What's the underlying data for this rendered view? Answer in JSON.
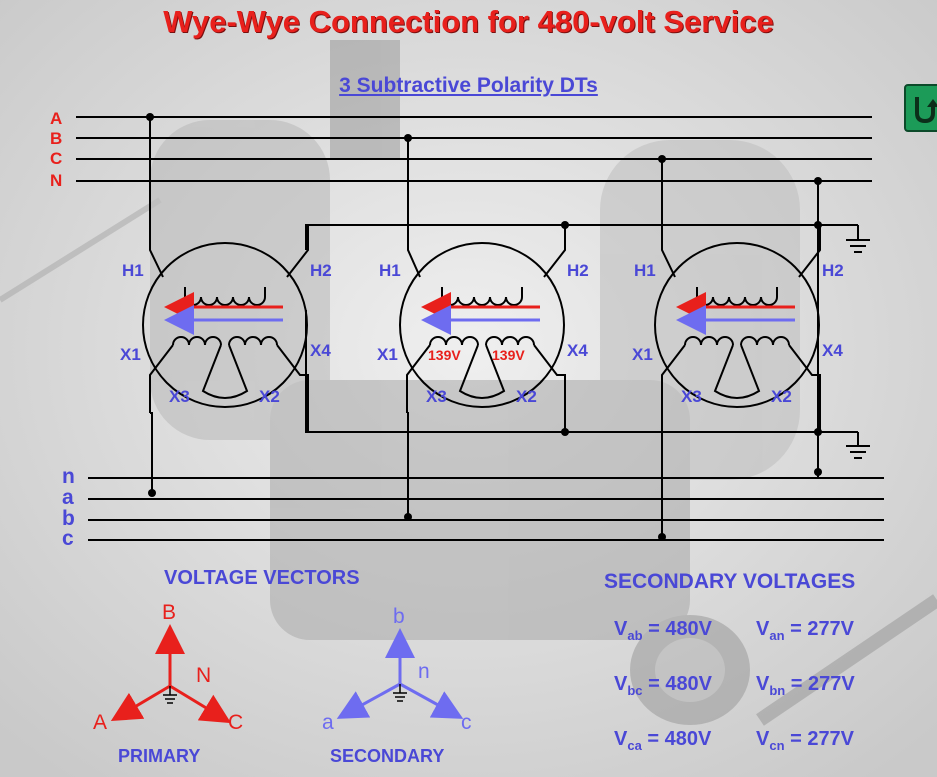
{
  "title": "Wye-Wye Connection for 480-volt Service",
  "subtitle": "3 Subtractive Polarity DTs",
  "primary_lines": [
    "A",
    "B",
    "C",
    "N"
  ],
  "secondary_lines": [
    "n",
    "a",
    "b",
    "c"
  ],
  "transformers": [
    {
      "h1": "H1",
      "h2": "H2",
      "x1": "X1",
      "x2": "X2",
      "x3": "X3",
      "x4": "X4"
    },
    {
      "h1": "H1",
      "h2": "H2",
      "x1": "X1",
      "x2": "X2",
      "x3": "X3",
      "x4": "X4",
      "coil_left": "139V",
      "coil_right": "139V"
    },
    {
      "h1": "H1",
      "h2": "H2",
      "x1": "X1",
      "x2": "X2",
      "x3": "X3",
      "x4": "X4"
    }
  ],
  "voltage_vectors": {
    "heading": "VOLTAGE VECTORS",
    "primary": {
      "label": "PRIMARY",
      "top": "B",
      "left": "A",
      "right": "C",
      "center": "N"
    },
    "secondary": {
      "label": "SECONDARY",
      "top": "b",
      "left": "a",
      "right": "c",
      "center": "n"
    }
  },
  "secondary_voltages": {
    "heading": "SECONDARY VOLTAGES",
    "symbol": "V",
    "rows": [
      {
        "l_sub": "ab",
        "l_val": "= 480V",
        "p_sub": "an",
        "p_val": "= 277V"
      },
      {
        "l_sub": "bc",
        "l_val": "= 480V",
        "p_sub": "bn",
        "p_val": "= 277V"
      },
      {
        "l_sub": "ca",
        "l_val": "= 480V",
        "p_sub": "cn",
        "p_val": "= 277V"
      }
    ]
  },
  "colors": {
    "primary": "#e8201c",
    "secondary": "#4a48d6",
    "wire": "#000000",
    "nav": "#1c9b58"
  },
  "nav_icon": "return-arrow-icon"
}
